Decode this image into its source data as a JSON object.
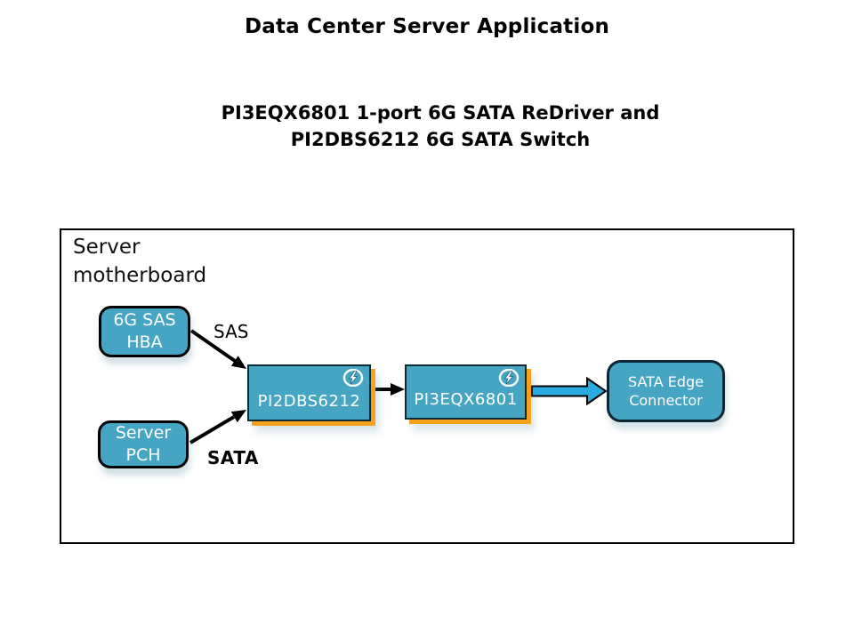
{
  "page": {
    "title": "Data Center Server Application",
    "subtitle": "PI3EQX6801 1-port 6G SATA ReDriver and\nPI2DBS6212 6G SATA Switch"
  },
  "diagram": {
    "board_label": "Server\nmotherboard",
    "nodes": {
      "sas_hba": "6G SAS\nHBA",
      "server_pch": "Server\nPCH",
      "sata_switch": "PI2DBS6212",
      "sata_redriver": "PI3EQX6801",
      "sata_edge_connector": "SATA Edge\nConnector"
    },
    "edge_labels": {
      "sas": "SAS",
      "sata": "SATA"
    }
  },
  "colors": {
    "teal": "#45a5c3",
    "orange": "#f9a11b",
    "arrow_blue": "#29abe2",
    "outline_black": "#000000",
    "text_white": "#ffffff"
  }
}
